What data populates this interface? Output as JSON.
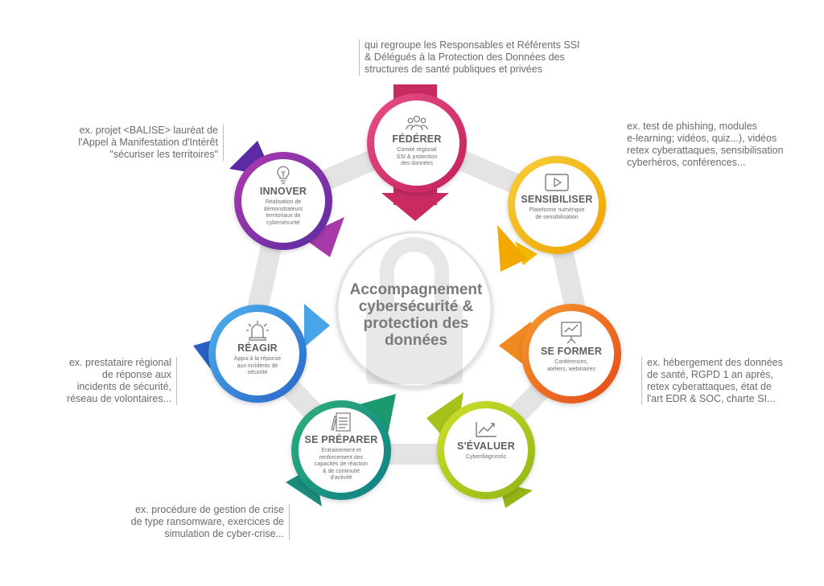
{
  "center": {
    "lines": [
      "Accompagnement",
      "cybersécurité &",
      "protection des",
      "données"
    ]
  },
  "nodes": {
    "federer": {
      "title": "FÉDÉRER",
      "desc": [
        "Comité régional",
        "SSI & protection",
        "des données"
      ],
      "icon": "people-group-icon",
      "color": "#d6336c"
    },
    "sensibiliser": {
      "title": "SENSIBILISER",
      "desc": [
        "Plateforme numérique",
        "de sensibilisation"
      ],
      "icon": "video-play-icon",
      "color": "#f2b600"
    },
    "se_former": {
      "title": "SE FORMER",
      "desc": [
        "Conférences,",
        "ateliers, webinaires"
      ],
      "icon": "presentation-board-icon",
      "color": "#ee6a1f"
    },
    "s_evaluer": {
      "title": "S'ÉVALUER",
      "desc": [
        "Cyberdiagnostic"
      ],
      "icon": "trend-chart-icon",
      "color": "#a9c51a"
    },
    "se_preparer": {
      "title": "SE PRÉPARER",
      "desc": [
        "Entrainement et",
        "renforcement des",
        "capacités de réaction",
        "& de continuité",
        "d'activité"
      ],
      "icon": "checklist-pen-icon",
      "color": "#189b7c"
    },
    "reagir": {
      "title": "RÉAGIR",
      "desc": [
        "Appui à la réponse",
        "aux incidents de",
        "sécurité"
      ],
      "icon": "alarm-siren-icon",
      "color": "#3d8fdc"
    },
    "innover": {
      "title": "INNOVER",
      "desc": [
        "Réalisation de",
        "démonstrateurs",
        "territoriaux de",
        "cybersécurité"
      ],
      "icon": "lightbulb-icon",
      "color": "#8e2ea8"
    }
  },
  "notes": {
    "federer": [
      "qui regroupe les Responsables et Référents SSI",
      "& Délégués à la Protection des Données des",
      "structures de santé publiques et privées"
    ],
    "sensibiliser": [
      "ex. test de phishing, modules",
      "e-learning; vidéos, quiz...), vidéos",
      "retex cyberattaques, sensibilisation",
      "cyberhéros, conférences..."
    ],
    "se_former": [
      "ex. hébergement des données",
      "de santé, RGPD 1 an après,",
      "retex cyberattaques, état de",
      "l'art EDR & SOC, charte SI..."
    ],
    "se_preparer": [
      "ex. procédure de gestion de crise",
      "de type ransomware, exercices de",
      "simulation de cyber-crise..."
    ],
    "reagir": [
      "ex. prestataire régional",
      "de réponse aux",
      "incidents de sécurité,",
      "réseau de volontaires..."
    ],
    "innover": [
      "ex. projet <BALISE> lauréat de",
      "l'Appel à Manifestation d'Intérêt",
      "\"sécuriser les territoires\""
    ]
  }
}
